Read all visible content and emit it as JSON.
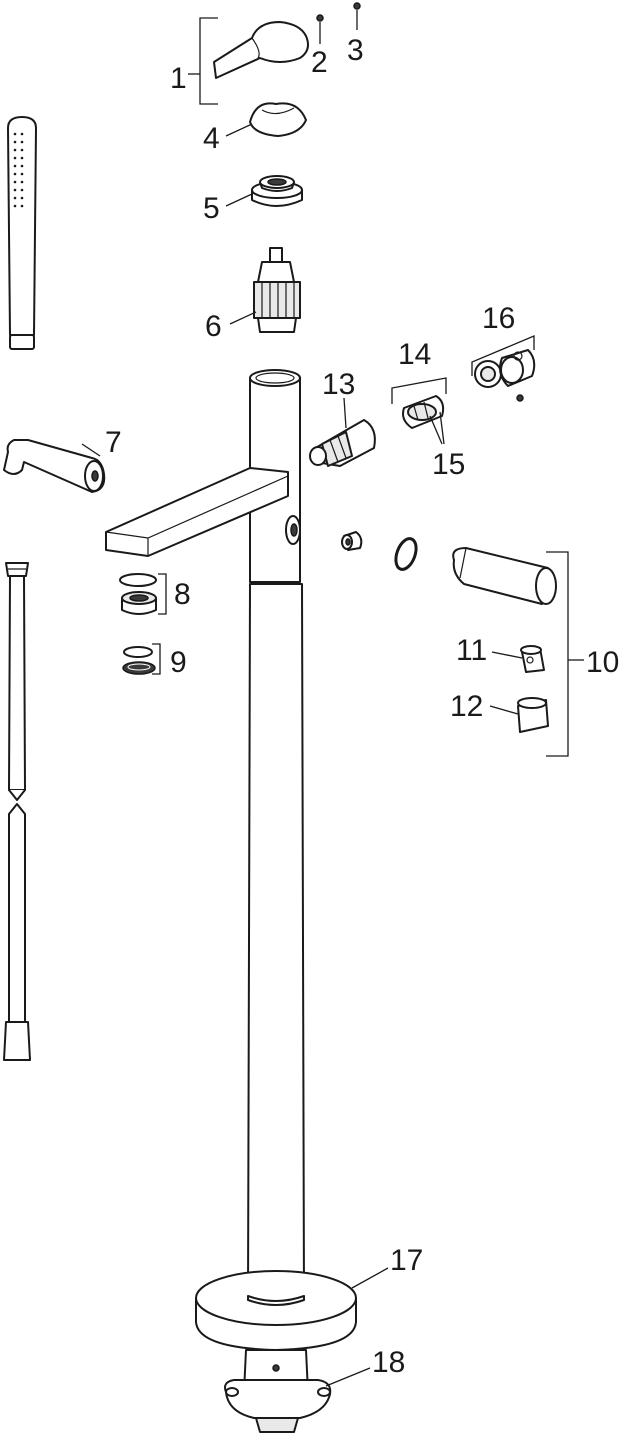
{
  "callouts": [
    {
      "id": "c1",
      "label": "1"
    },
    {
      "id": "c2",
      "label": "2"
    },
    {
      "id": "c3",
      "label": "3"
    },
    {
      "id": "c4",
      "label": "4"
    },
    {
      "id": "c5",
      "label": "5"
    },
    {
      "id": "c6",
      "label": "6"
    },
    {
      "id": "c7",
      "label": "7"
    },
    {
      "id": "c8",
      "label": "8"
    },
    {
      "id": "c9",
      "label": "9"
    },
    {
      "id": "c10",
      "label": "10"
    },
    {
      "id": "c11",
      "label": "11"
    },
    {
      "id": "c12",
      "label": "12"
    },
    {
      "id": "c13",
      "label": "13"
    },
    {
      "id": "c14",
      "label": "14"
    },
    {
      "id": "c15",
      "label": "15"
    },
    {
      "id": "c16",
      "label": "16"
    },
    {
      "id": "c17",
      "label": "17"
    },
    {
      "id": "c18",
      "label": "18"
    }
  ]
}
